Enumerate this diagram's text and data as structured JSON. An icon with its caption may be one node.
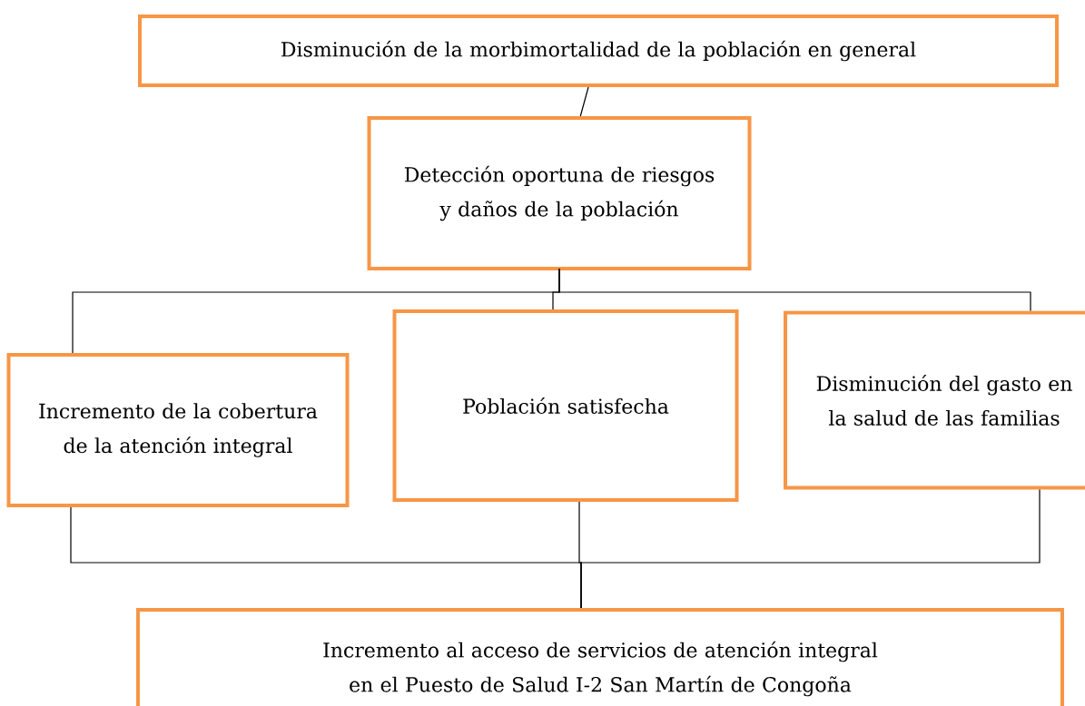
{
  "diagram": {
    "nodes": [
      {
        "text": [
          "Disminución de la morbimortalidad de la población en general"
        ]
      },
      {
        "text": [
          "Detección oportuna de riesgos y daños de la población"
        ]
      },
      {
        "text": [
          "Incremento de la cobertura de la atención integral"
        ]
      },
      {
        "text": [
          "Población satisfecha"
        ]
      },
      {
        "text": [
          "Disminución del gasto en la salud de las familias"
        ]
      },
      {
        "text": [
          "Incremento al acceso de servicios de atención integral en el Puesto de Salud I-2 San Martín de Congoña"
        ]
      }
    ],
    "edges": [
      {
        "from": 0,
        "to": 1,
        "arrow": "none"
      },
      {
        "from": 1,
        "to": 2,
        "arrow": "none"
      },
      {
        "from": 1,
        "to": 3,
        "arrow": "none"
      },
      {
        "from": 1,
        "to": 4,
        "arrow": "none"
      },
      {
        "from": 2,
        "to": 5,
        "arrow": "none"
      },
      {
        "from": 3,
        "to": 5,
        "arrow": "none"
      },
      {
        "from": 4,
        "to": 5,
        "arrow": "none"
      }
    ]
  }
}
